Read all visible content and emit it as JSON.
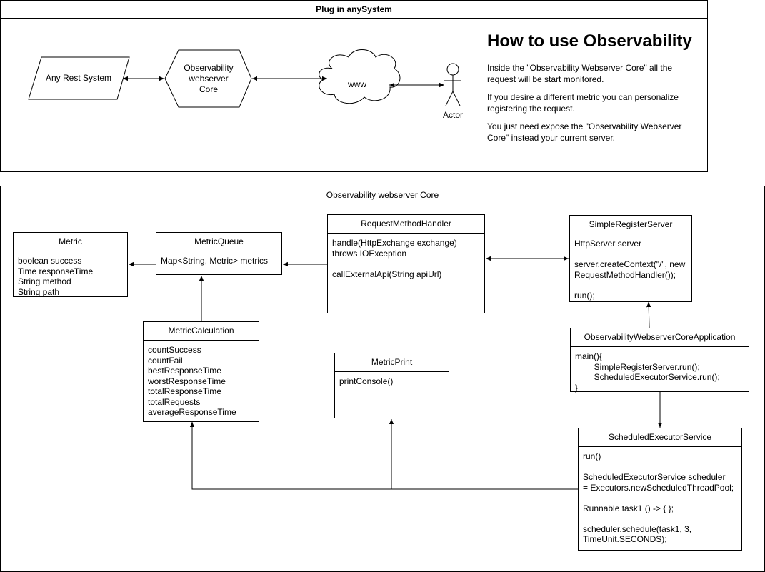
{
  "top_frame": {
    "title": "Plug in anySystem",
    "rest_system": "Any Rest System",
    "core_shape": "Observability\nwebserver\nCore",
    "cloud": "www",
    "actor": "Actor",
    "heading": "How to use Observability",
    "paragraphs": [
      "Inside the \"Observability Webserver Core\" all the request will be start monitored.",
      "If you desire a different metric you can personalize registering the request.",
      "You just need expose the \"Observability Webserver Core\" instead your current server."
    ]
  },
  "core_frame": {
    "title": "Observability webserver Core",
    "classes": {
      "metric": {
        "name": "Metric",
        "body": "boolean success\nTime responseTime\nString method\nString path"
      },
      "metric_queue": {
        "name": "MetricQueue",
        "body": "Map<String, Metric> metrics"
      },
      "request_method_handler": {
        "name": "RequestMethodHandler",
        "body": "handle(HttpExchange exchange)\nthrows IOException\n\ncallExternalApi(String apiUrl)"
      },
      "simple_register_server": {
        "name": "SimpleRegisterServer",
        "body": "HttpServer server\n\nserver.createContext(\"/\", new\nRequestMethodHandler());\n\nrun();"
      },
      "metric_calculation": {
        "name": "MetricCalculation",
        "body": "countSuccess\ncountFail\nbestResponseTime\nworstResponseTime\ntotalResponseTime\ntotalRequests\naverageResponseTime"
      },
      "metric_print": {
        "name": "MetricPrint",
        "body": "printConsole()"
      },
      "core_application": {
        "name": "ObservabilityWebserverCoreApplication",
        "body": "main(){\n        SimpleRegisterServer.run();\n        ScheduledExecutorService.run();\n}"
      },
      "scheduled_executor": {
        "name": "ScheduledExecutorService",
        "body": "run()\n\nScheduledExecutorService scheduler\n= Executors.newScheduledThreadPool;\n\nRunnable task1 () -> { };\n\nscheduler.schedule(task1, 3,\nTimeUnit.SECONDS);"
      }
    }
  }
}
